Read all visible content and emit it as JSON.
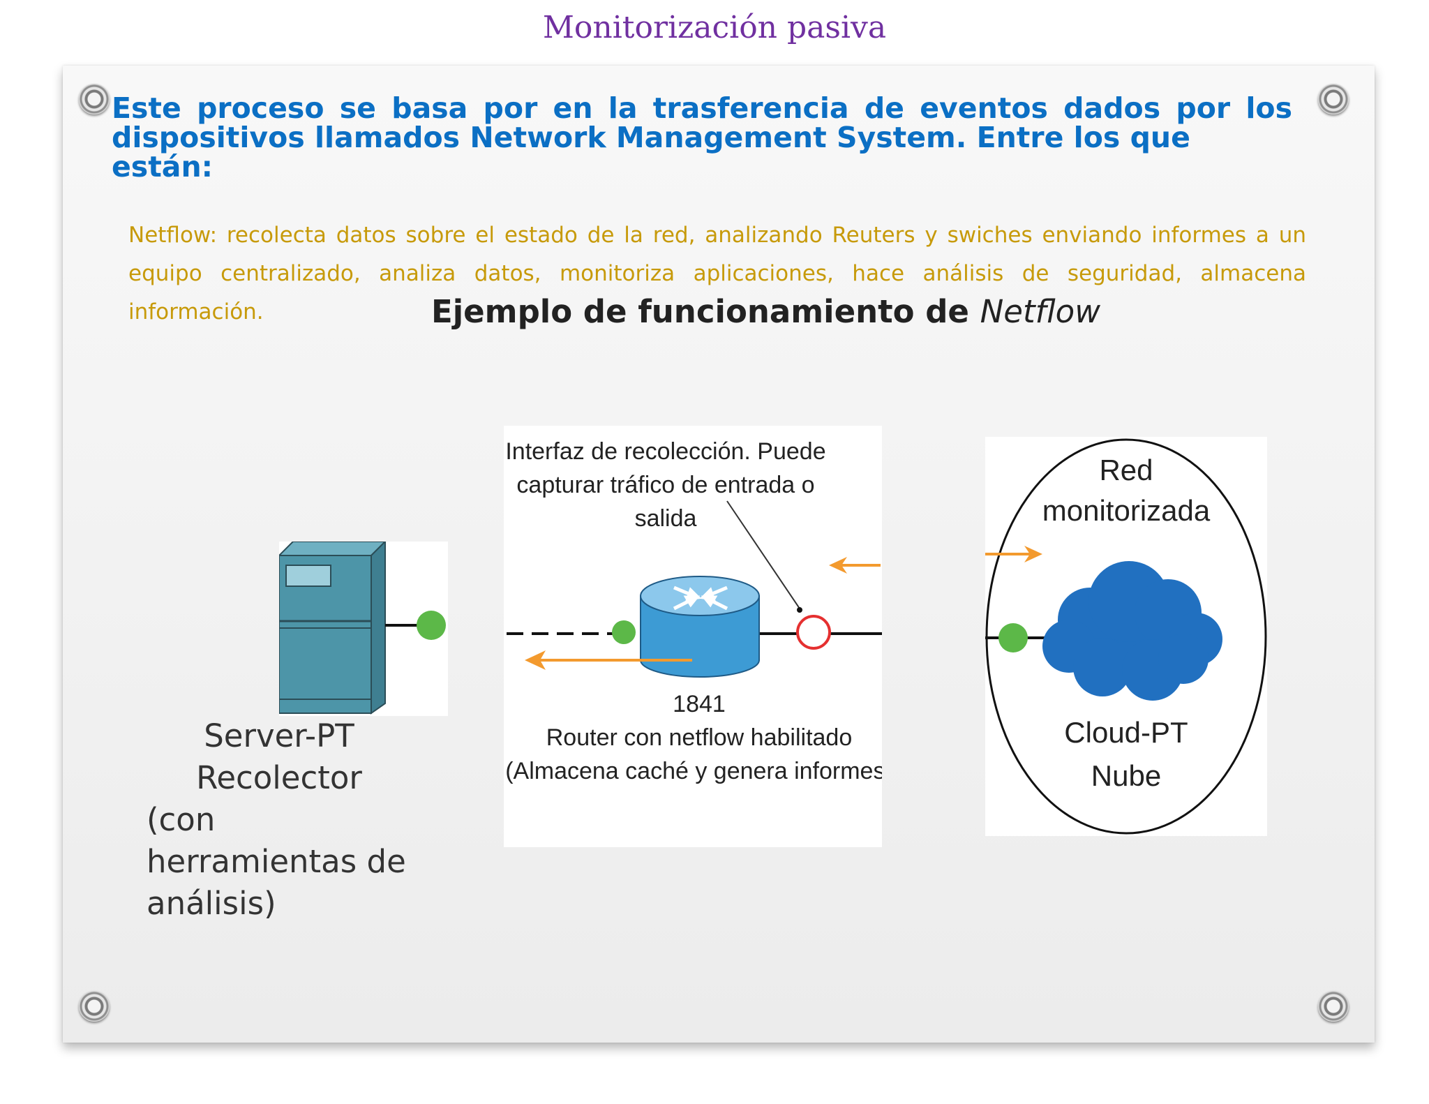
{
  "title": "Monitorización pasiva",
  "intro": {
    "line1": "Este proceso se basa por en la trasferencia de eventos dados por los",
    "line2": "dispositivos llamados Network Management System. Entre los que están:"
  },
  "netflow_description": "Netflow: recolecta datos sobre el estado de la red, analizando Reuters y swiches enviando informes a un equipo centralizado, analiza datos, monitoriza aplicaciones, hace análisis de seguridad, almacena información.",
  "example": {
    "title_prefix": "Ejemplo de funcionamiento de ",
    "title_em": "Netflow"
  },
  "server": {
    "name": "Server-PT",
    "role": "Recolector",
    "detail_line1": "(con",
    "detail_line2": "herramientas de",
    "detail_line3": "análisis)"
  },
  "router": {
    "interface_line1": "Interfaz de recolección. Puede",
    "interface_line2": "capturar tráfico de entrada o",
    "interface_line3": "salida",
    "model": "1841",
    "desc_line1": "Router con netflow habilitado",
    "desc_line2": "(Almacena caché y genera informes)"
  },
  "cloud": {
    "network_line1": "Red",
    "network_line2": "monitorizada",
    "name": "Cloud-PT",
    "role": "Nube"
  },
  "colors": {
    "title": "#7030a0",
    "intro": "#0b6fc4",
    "netflow_text": "#c79a0a",
    "arrow": "#f39a2e",
    "node": "#5cb848",
    "capture_ring": "#e53030",
    "router": "#3d9bd4",
    "cloud": "#2170c0",
    "server": "#4d95a8"
  }
}
